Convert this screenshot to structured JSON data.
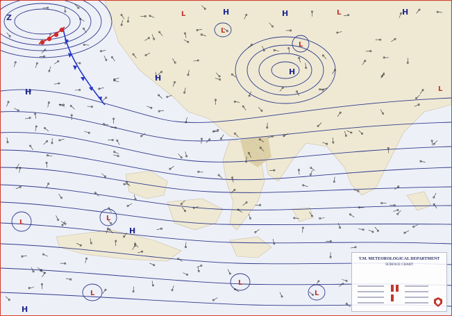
{
  "map": {
    "corner_label": "Z",
    "pressure_centers": [
      {
        "type": "high",
        "label": "H"
      },
      {
        "type": "high",
        "label": "H"
      },
      {
        "type": "high",
        "label": "H"
      },
      {
        "type": "high",
        "label": "H"
      },
      {
        "type": "high",
        "label": "H"
      },
      {
        "type": "high",
        "label": "H"
      },
      {
        "type": "high",
        "label": "H"
      },
      {
        "type": "high",
        "label": "H"
      },
      {
        "type": "low",
        "label": "L"
      },
      {
        "type": "low",
        "label": "L"
      },
      {
        "type": "low",
        "label": "L"
      },
      {
        "type": "low",
        "label": "L"
      },
      {
        "type": "low",
        "label": "L"
      },
      {
        "type": "low",
        "label": "L"
      },
      {
        "type": "low",
        "label": "L"
      },
      {
        "type": "low",
        "label": "L"
      },
      {
        "type": "low",
        "label": "L"
      },
      {
        "type": "low",
        "label": "L"
      }
    ],
    "colors": {
      "ocean": "#eef0f8",
      "land": "#efe9d4",
      "isobar": "#2f3a8a",
      "high_label": "#1f2a8f",
      "low_label": "#c2372e",
      "cold_front": "#2236c8",
      "warm_front": "#d22a2a",
      "border": "#d63a2a"
    }
  },
  "legend": {
    "title": "T.M. METEOROLOGICAL DEPARTMENT",
    "line2": "SURFACE CHART",
    "line3": "",
    "line4": ""
  }
}
